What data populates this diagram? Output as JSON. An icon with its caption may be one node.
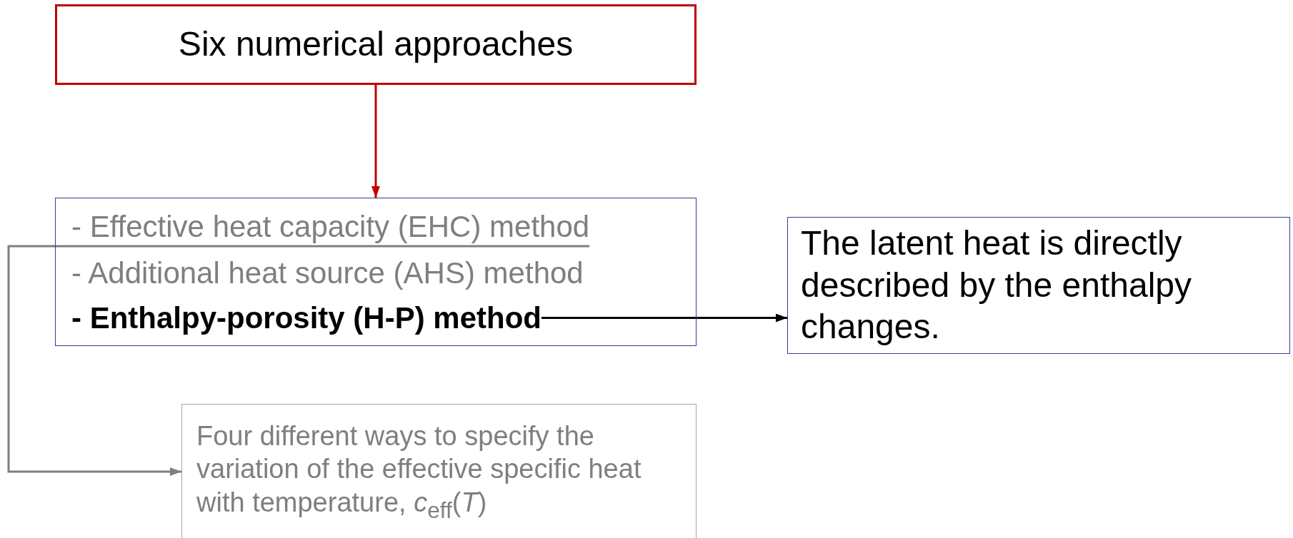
{
  "diagram": {
    "nodes": [
      {
        "text": [
          "Six numerical approaches"
        ]
      },
      {
        "text": [],
        "shape": "box"
      },
      {
        "text": [
          "- Effective heat capacity (EHC) method"
        ],
        "in": 1
      },
      {
        "text": [
          "- Additional heat source (AHS) method"
        ],
        "in": 1
      },
      {
        "text": [
          "- Enthalpy-porosity (H-P) method"
        ],
        "in": 1
      },
      {
        "text": [
          "The latent heat is directly described by the enthalpy changes."
        ]
      },
      {
        "text": [
          "Four different ways to specify the variation of the effective specific heat with temperature, *c*$_{eff}$(*T*)"
        ]
      }
    ],
    "edges": [
      {
        "from": 0,
        "to": 1,
        "arrow": "to",
        "color": "#c00000"
      },
      {
        "from": 2,
        "to": 6,
        "arrow": "to",
        "color": "#7f7f7f"
      },
      {
        "from": 4,
        "to": 5,
        "arrow": "to",
        "color": "#000000"
      }
    ]
  }
}
